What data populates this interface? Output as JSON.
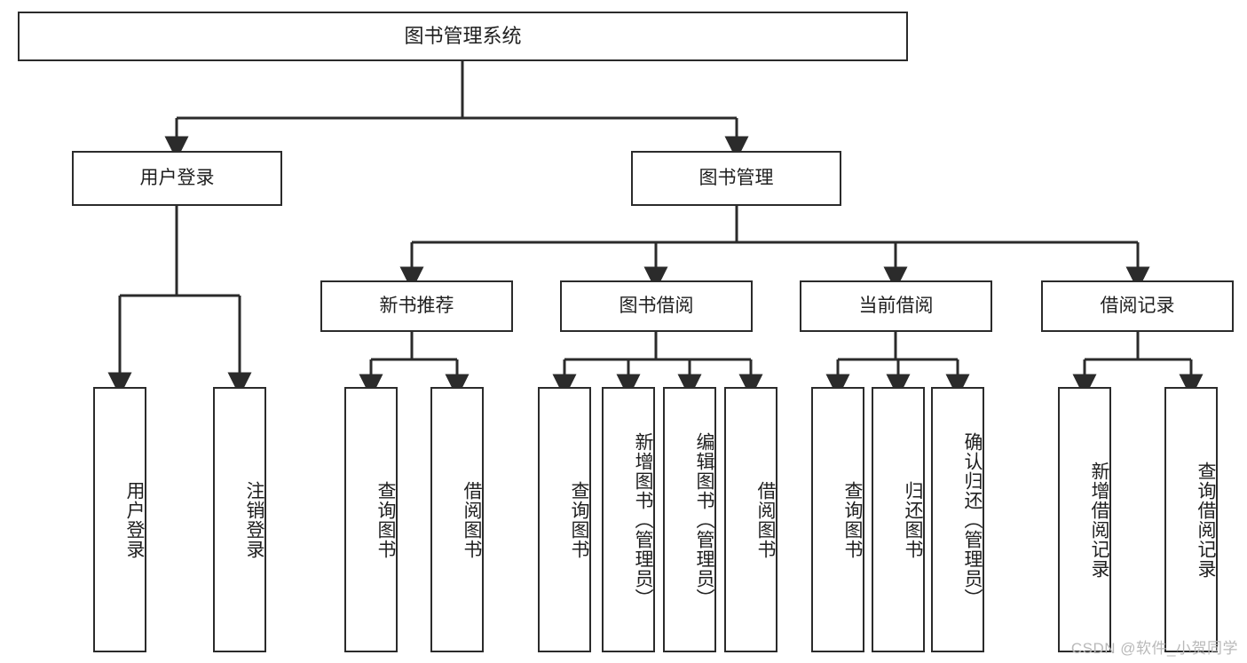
{
  "diagram": {
    "title": "图书管理系统",
    "type": "tree-hierarchy-chart",
    "watermark": "CSDN @软件_小贺同学",
    "colors": {
      "box_border": "#2b2b2b",
      "box_fill": "#ffffff",
      "edge": "#2b2b2b",
      "text": "#1f1f1f",
      "watermark": "#b9b9b9",
      "background": "#ffffff"
    }
  },
  "nodes": {
    "root": {
      "label": "图书管理系统"
    },
    "level2": [
      {
        "id": "user-login",
        "label": "用户登录"
      },
      {
        "id": "book-manage",
        "label": "图书管理"
      }
    ],
    "level3": [
      {
        "id": "new-book-recommend",
        "label": "新书推荐"
      },
      {
        "id": "book-borrow",
        "label": "图书借阅"
      },
      {
        "id": "current-borrow",
        "label": "当前借阅"
      },
      {
        "id": "borrow-record",
        "label": "借阅记录"
      }
    ],
    "leaves": {
      "user-login": [
        {
          "id": "leaf-user-login",
          "label": "用户登录"
        },
        {
          "id": "leaf-logout-login",
          "label": "注销登录"
        }
      ],
      "new-book-recommend": [
        {
          "id": "leaf-query-book-1",
          "label": "查询图书"
        },
        {
          "id": "leaf-borrow-book-1",
          "label": "借阅图书"
        }
      ],
      "book-borrow": [
        {
          "id": "leaf-query-book-2",
          "label": "查询图书"
        },
        {
          "id": "leaf-add-book-admin",
          "label": "新增图书（管理员）"
        },
        {
          "id": "leaf-edit-book-admin",
          "label": "编辑图书（管理员）"
        },
        {
          "id": "leaf-borrow-book-2",
          "label": "借阅图书"
        }
      ],
      "current-borrow": [
        {
          "id": "leaf-query-book-3",
          "label": "查询图书"
        },
        {
          "id": "leaf-return-book",
          "label": "归还图书"
        },
        {
          "id": "leaf-confirm-return-admin",
          "label": "确认归还（管理员）"
        }
      ],
      "borrow-record": [
        {
          "id": "leaf-add-borrow-record",
          "label": "新增借阅记录"
        },
        {
          "id": "leaf-query-borrow-record",
          "label": "查询借阅记录"
        }
      ]
    }
  }
}
